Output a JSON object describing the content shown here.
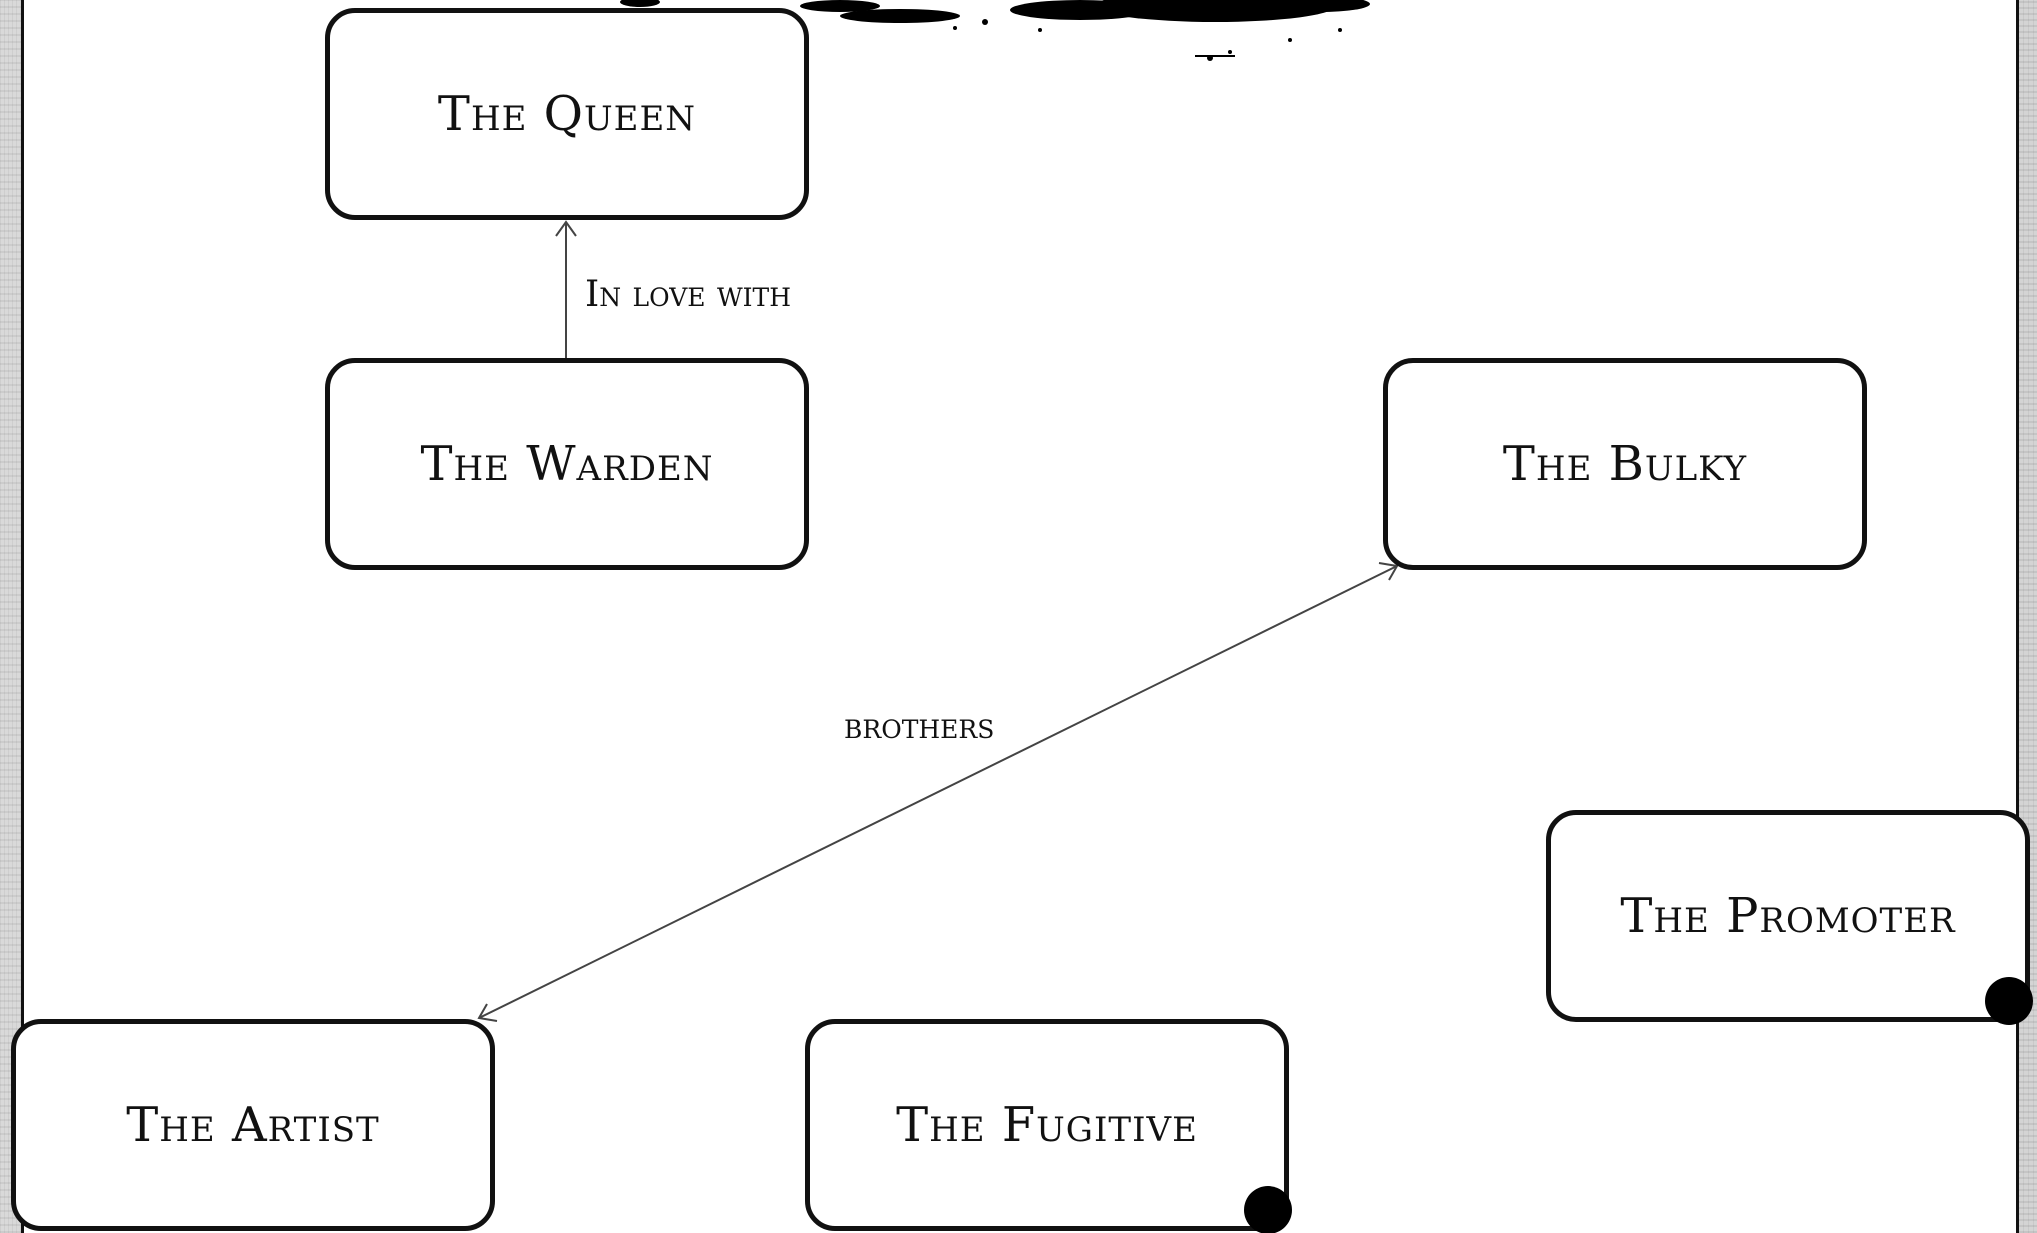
{
  "nodes": {
    "queen": "The Queen",
    "warden": "The Warden",
    "bulky": "The Bulky",
    "promoter": "The Promoter",
    "artist": "The Artist",
    "fugitive": "The Fugitive"
  },
  "edges": {
    "warden_to_queen": "In love with",
    "artist_bulky": "brothers"
  }
}
